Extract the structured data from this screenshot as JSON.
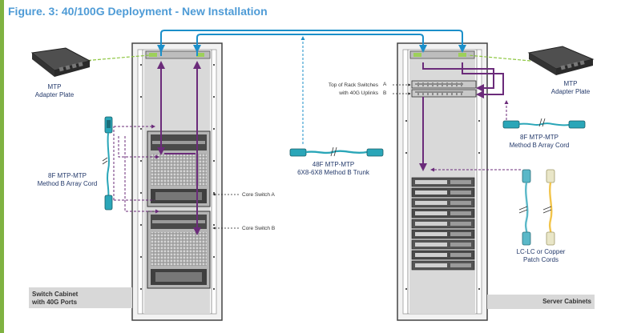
{
  "title": "Figure. 3: 40/100G Deployment - New Installation",
  "left_cabinet": {
    "caption_line1": "Switch Cabinet",
    "caption_line2": "with 40G Ports",
    "core_switch_a": "Core Switch A",
    "core_switch_b": "Core Switch B"
  },
  "right_cabinet": {
    "caption": "Server Cabinets",
    "tor_line1": "Top of Rack Switches",
    "tor_line2": "with 40G Uplinks",
    "marker_a": "A",
    "marker_b": "B"
  },
  "left_adapter": {
    "line1": "MTP",
    "line2": "Adapter Plate"
  },
  "right_adapter": {
    "line1": "MTP",
    "line2": "Adapter Plate"
  },
  "left_cord": {
    "line1": "8F MTP-MTP",
    "line2": "Method B Array Cord"
  },
  "right_cord": {
    "line1": "8F MTP-MTP",
    "line2": "Method B Array Cord"
  },
  "trunk": {
    "line1": "48F MTP-MTP",
    "line2": "6X8-6X8 Method B Trunk"
  },
  "patch": {
    "line1": "LC-LC or Copper",
    "line2": "Patch Cords"
  },
  "colors": {
    "title": "#4e9bd6",
    "sidebar": "#7fb241",
    "link_blue": "#1b8fc9",
    "cable_purple": "#6b2b7a",
    "dashed_green": "#8cc63f",
    "caption_bg": "#d8d8d8"
  }
}
